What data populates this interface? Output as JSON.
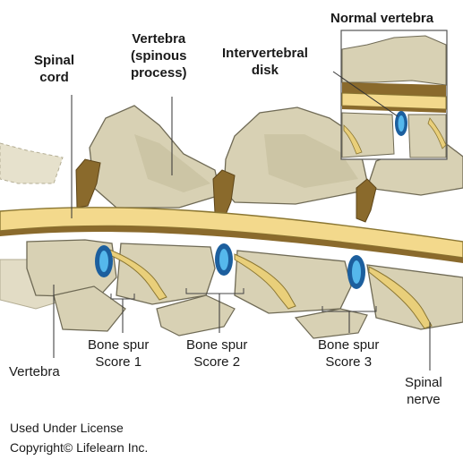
{
  "labels": {
    "spinal_cord": [
      "Spinal",
      "cord"
    ],
    "vertebra_spinous": [
      "Vertebra",
      "(spinous",
      "process)"
    ],
    "intervertebral_disk": [
      "Intervertebral",
      "disk"
    ],
    "normal_vertebra": "Normal vertebra",
    "vertebra_bottom": "Vertebra",
    "bone_spur_1": [
      "Bone spur",
      "Score 1"
    ],
    "bone_spur_2": [
      "Bone spur",
      "Score 2"
    ],
    "bone_spur_3": [
      "Bone spur",
      "Score 3"
    ],
    "spinal_nerve": [
      "Spinal",
      "nerve"
    ]
  },
  "credit": {
    "line1": "Used Under License",
    "line2": "Copyright© Lifelearn Inc."
  },
  "colors": {
    "bone": "#d8d1b4",
    "bone_dark": "#a89f7e",
    "bone_outline": "#6f6a55",
    "cord": "#f3d98c",
    "cord_outline": "#8a7632",
    "ligament": "#8a6a2c",
    "disk_outer": "#1c5f9e",
    "disk_inner": "#55b8ec",
    "nerve": "#e9cf7a"
  }
}
